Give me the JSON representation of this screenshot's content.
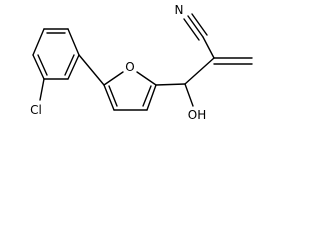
{
  "structure": {
    "atom_labels": {
      "chlorine": "Cl",
      "furan_oxygen": "O",
      "nitrile_nitrogen": "N",
      "hydroxyl": "OH"
    },
    "line_color": "#000000",
    "background_color": "#ffffff"
  }
}
